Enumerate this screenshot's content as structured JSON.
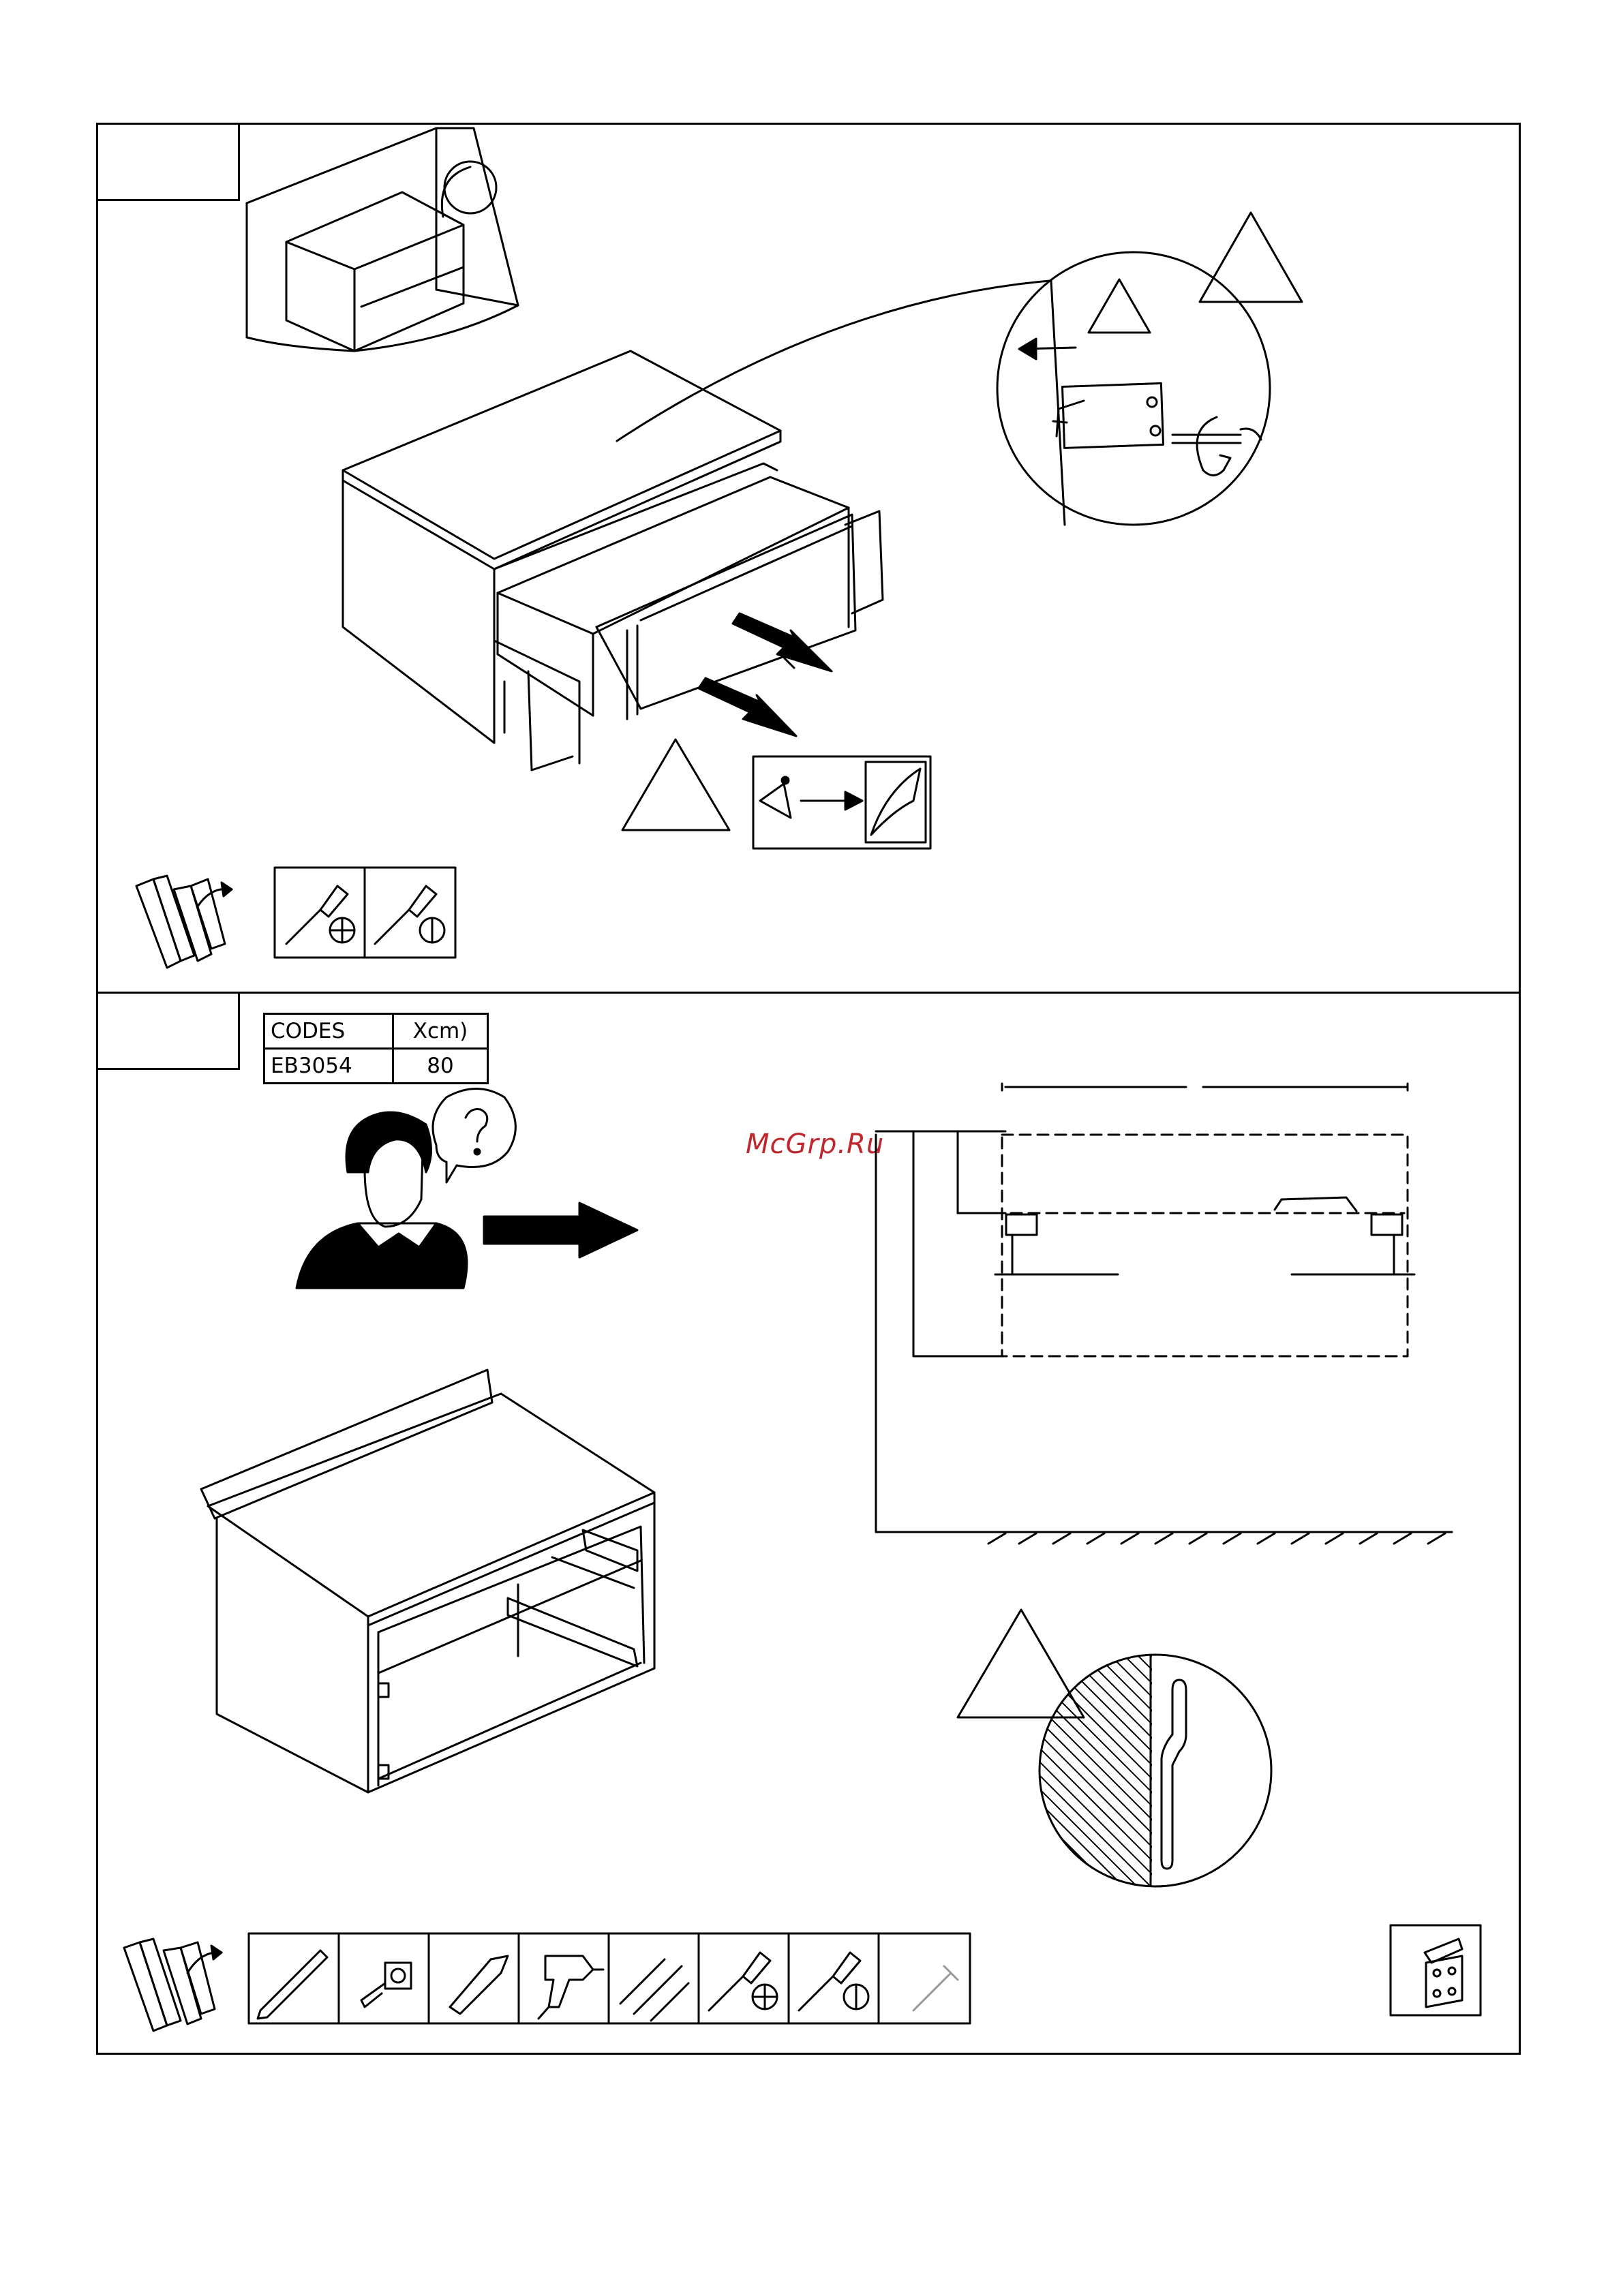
{
  "codes_table": {
    "headers": [
      "CODES",
      "Xcm)"
    ],
    "rows": [
      {
        "code": "EB3054",
        "value": "80"
      }
    ]
  },
  "watermark": "McGrp.Ru",
  "icons": {
    "step1_tools": [
      "phillips-screwdriver-icon",
      "flat-screwdriver-icon"
    ],
    "step2_tools": [
      "pencil-icon",
      "tape-measure-icon",
      "utility-knife-icon",
      "power-drill-icon",
      "drill-bits-icon",
      "phillips-screwdriver-icon",
      "flat-screwdriver-icon",
      "nail-icon"
    ]
  },
  "colors": {
    "line": "#000000",
    "watermark": "#c0272d"
  }
}
